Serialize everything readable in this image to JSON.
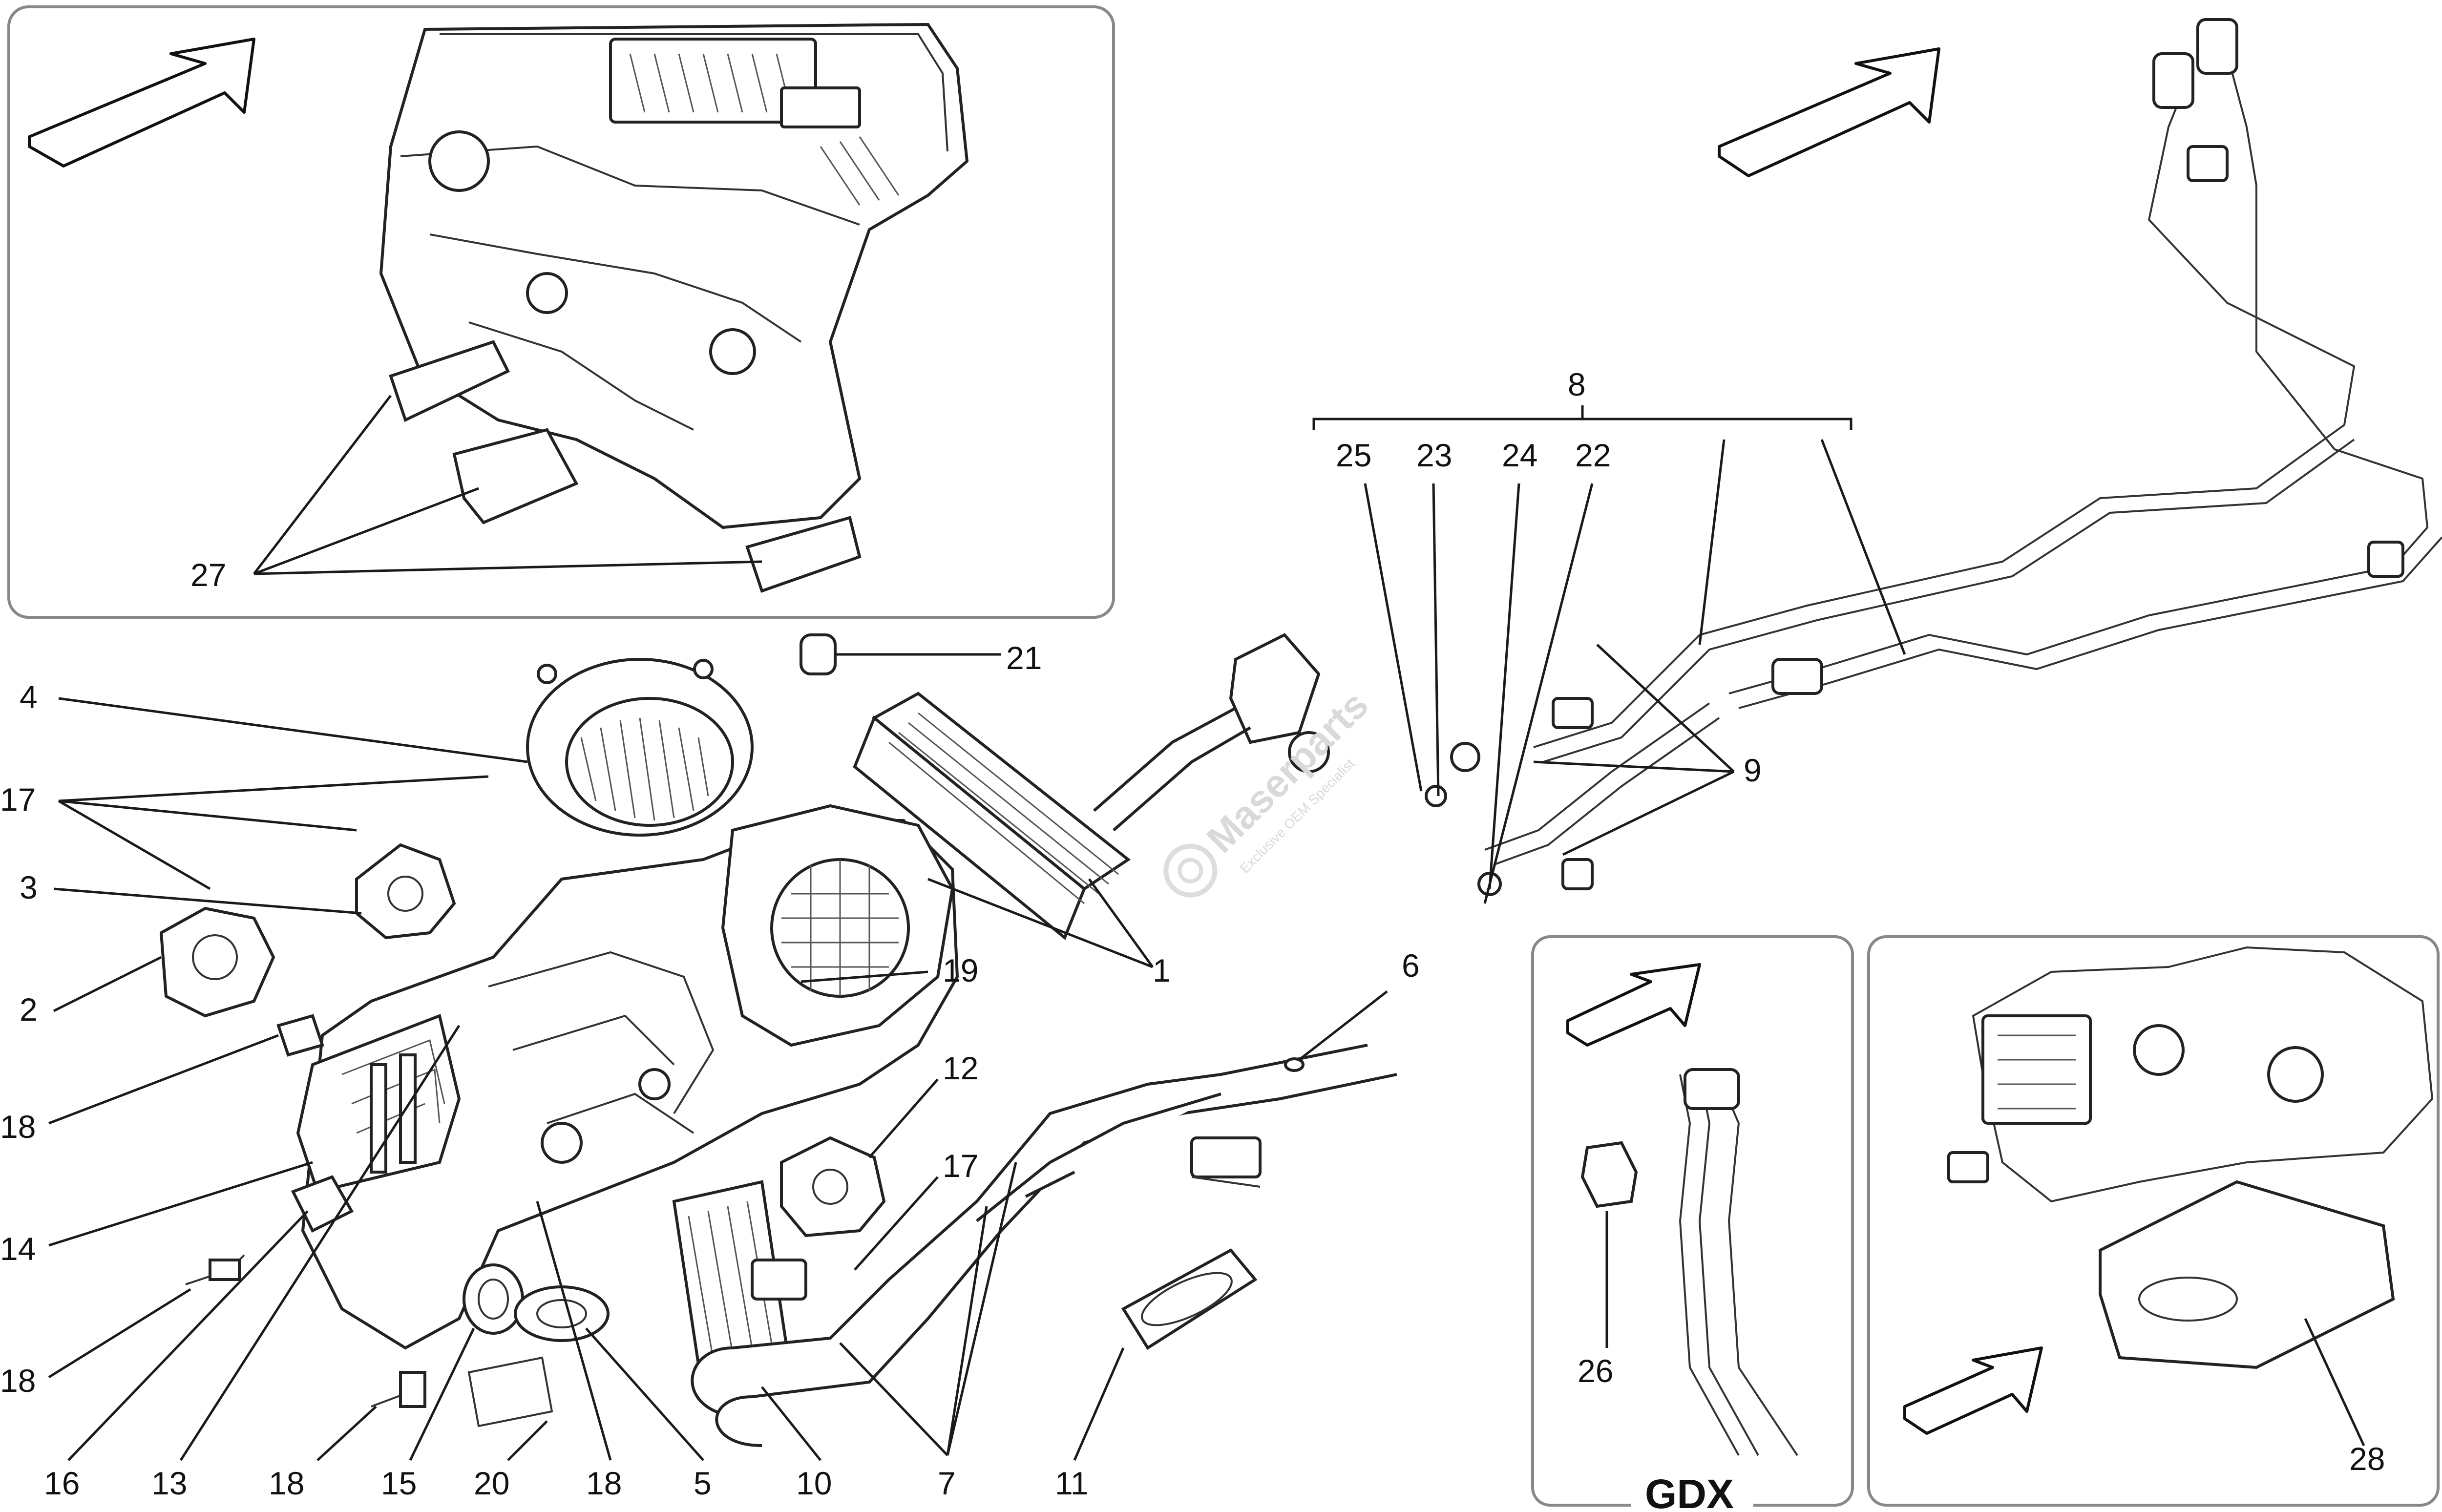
{
  "diagram": {
    "callouts": {
      "n1": "1",
      "n2": "2",
      "n3": "3",
      "n4": "4",
      "n5": "5",
      "n6": "6",
      "n7": "7",
      "n8": "8",
      "n9": "9",
      "n10": "10",
      "n11": "11",
      "n12": "12",
      "n13": "13",
      "n14": "14",
      "n15": "15",
      "n16": "16",
      "n17": "17",
      "n18": "18",
      "n19": "19",
      "n20": "20",
      "n21": "21",
      "n22": "22",
      "n23": "23",
      "n24": "24",
      "n25": "25",
      "n26": "26",
      "n27": "27",
      "n28": "28"
    },
    "gdx_label": "GDX",
    "watermark": {
      "brand": "Maserparts",
      "tagline": "Exclusive OEM Specialist"
    }
  }
}
